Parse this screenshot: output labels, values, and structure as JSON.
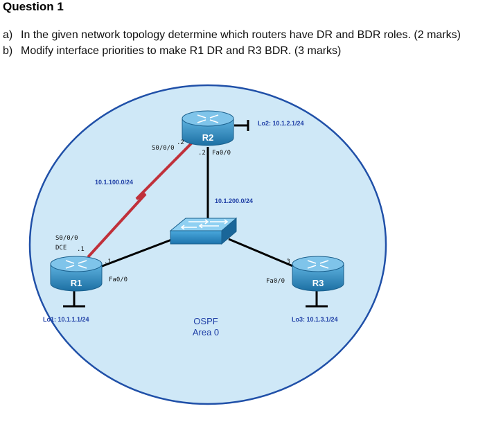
{
  "header": {
    "title": "Question 1",
    "items": [
      {
        "label": "a)",
        "text": "In the given network topology determine which routers have DR and BDR roles. (2 marks)"
      },
      {
        "label": "b)",
        "text": "Modify interface priorities to make R1 DR and R3 BDR. (3 marks)"
      }
    ]
  },
  "diagram": {
    "colors": {
      "area_fill": "#cfe8f7",
      "area_stroke": "#2050a8",
      "serial_link": "#c0303a",
      "router": "#2f8fc5"
    },
    "routers": {
      "r1": {
        "name": "R1",
        "loopback": "Lo1: 10.1.1.1/24",
        "serial_if": "S0/0/0",
        "serial_dce": "DCE",
        "serial_host": ".1",
        "fa_if": "Fa0/0",
        "fa_host": ".1"
      },
      "r2": {
        "name": "R2",
        "loopback": "Lo2: 10.1.2.1/24",
        "serial_if": "S0/0/0",
        "serial_host": ".2",
        "fa_if": "Fa0/0",
        "fa_host": ".2"
      },
      "r3": {
        "name": "R3",
        "loopback": "Lo3: 10.1.3.1/24",
        "fa_if": "Fa0/0",
        "fa_host": ".3"
      }
    },
    "networks": {
      "serial": "10.1.100.0/24",
      "lan": "10.1.200.0/24"
    },
    "area": {
      "line1": "OSPF",
      "line2": "Area 0"
    }
  }
}
